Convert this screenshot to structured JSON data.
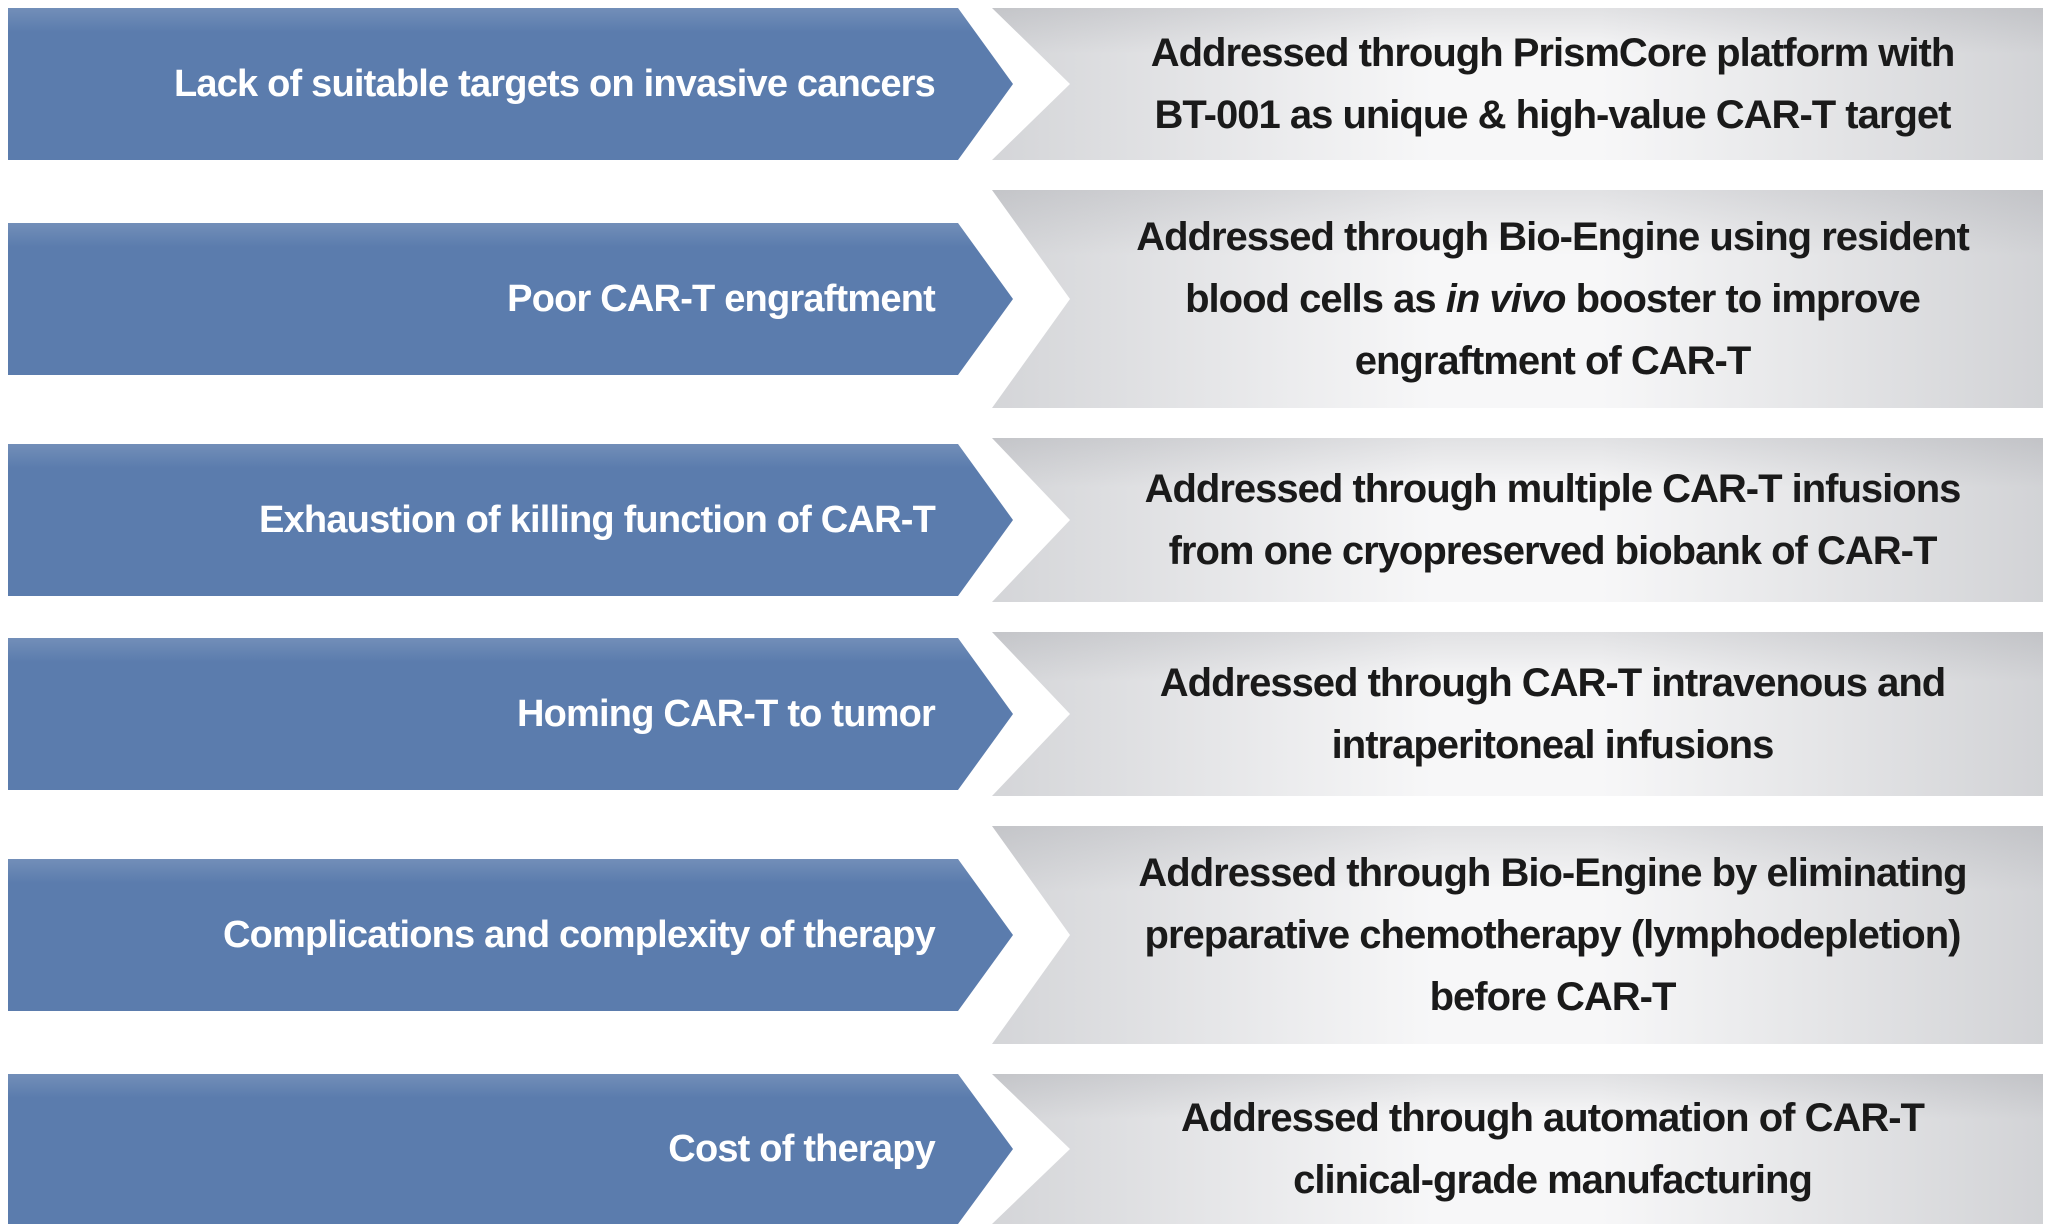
{
  "page": {
    "background": "#ffffff"
  },
  "colors": {
    "challenge_fill": "#5b7cad",
    "challenge_text": "#ffffff",
    "solution_text": "#1a1a1a",
    "solution_edge": "#d3d4d7",
    "solution_center": "#f7f7f8"
  },
  "rows": [
    {
      "challenge": "Lack of suitable targets on invasive cancers",
      "solution_lines": [
        [
          {
            "text": "Addressed through PrismCore platform with"
          }
        ],
        [
          {
            "text": "BT-001 as unique & high-value CAR-T target"
          }
        ]
      ]
    },
    {
      "challenge": "Poor CAR-T engraftment",
      "solution_lines": [
        [
          {
            "text": "Addressed through Bio-Engine using resident"
          }
        ],
        [
          {
            "text": "blood cells as "
          },
          {
            "text": "in vivo",
            "italic": true
          },
          {
            "text": " booster to improve"
          }
        ],
        [
          {
            "text": "engraftment of CAR-T"
          }
        ]
      ]
    },
    {
      "challenge": "Exhaustion of killing function of CAR-T",
      "solution_lines": [
        [
          {
            "text": "Addressed through multiple CAR-T infusions"
          }
        ],
        [
          {
            "text": "from one cryopreserved biobank of CAR-T"
          }
        ]
      ]
    },
    {
      "challenge": "Homing CAR-T to tumor",
      "solution_lines": [
        [
          {
            "text": "Addressed through CAR-T intravenous and"
          }
        ],
        [
          {
            "text": "intraperitoneal infusions"
          }
        ]
      ]
    },
    {
      "challenge": "Complications and complexity of therapy",
      "solution_lines": [
        [
          {
            "text": "Addressed through Bio-Engine by eliminating"
          }
        ],
        [
          {
            "text": "preparative chemotherapy (lymphodepletion)"
          }
        ],
        [
          {
            "text": "before CAR-T"
          }
        ]
      ]
    },
    {
      "challenge": "Cost of therapy",
      "solution_lines": [
        [
          {
            "text": "Addressed through automation of CAR-T"
          }
        ],
        [
          {
            "text": "clinical-grade manufacturing"
          }
        ]
      ]
    }
  ]
}
